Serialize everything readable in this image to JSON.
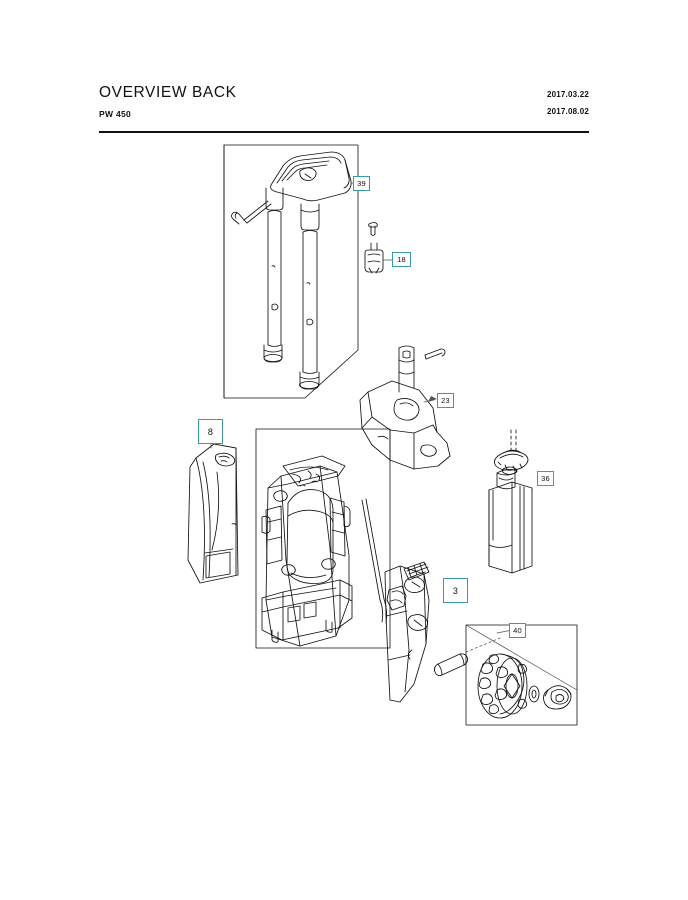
{
  "header": {
    "title": "OVERVIEW BACK",
    "model": "PW 450",
    "date_primary": "2017.03.22",
    "date_secondary": "2017.08.02"
  },
  "diagram": {
    "type": "exploded-parts-view",
    "callouts": [
      {
        "id": "handle-assembly",
        "number": "39"
      },
      {
        "id": "cable-clamp",
        "number": "18"
      },
      {
        "id": "motor-frame",
        "number": "23"
      },
      {
        "id": "side-cover-left",
        "number": "8"
      },
      {
        "id": "detergent-tank",
        "number": "36"
      },
      {
        "id": "rear-cover",
        "number": "3"
      },
      {
        "id": "wheel-assembly",
        "number": "40"
      }
    ]
  }
}
